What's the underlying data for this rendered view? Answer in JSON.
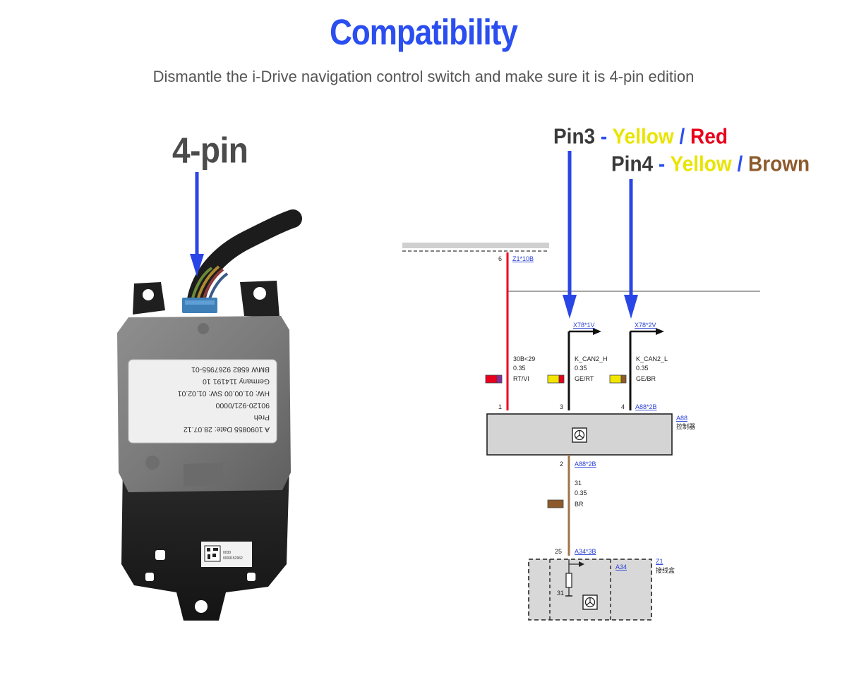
{
  "header": {
    "title": "Compatibility",
    "subtitle": "Dismantle the i-Drive navigation control switch and make sure it is 4-pin edition"
  },
  "photo": {
    "callout": "4-pin",
    "label_lines": [
      "A   1090855  Date: 28.07.12",
      "Preh",
      "90120-921/0000",
      "HW: 01.00.00    SW: 01.02.01",
      "Germany        114191 10",
      "BMW   6582 9267955-01"
    ],
    "qr_text_lines": [
      "0030",
      "0009152962"
    ]
  },
  "pins": {
    "pin3": {
      "name": "Pin3",
      "sep": " - ",
      "color1": "Yellow",
      "slash": " / ",
      "color2": "Red"
    },
    "pin4": {
      "name": "Pin4",
      "sep": " - ",
      "color1": "Yellow",
      "slash": " / ",
      "color2": "Brown"
    }
  },
  "schematic": {
    "top_pin": "6",
    "top_conn": "Z1*10B",
    "conn_x78_1": "X78*1V",
    "conn_x78_2": "X78*2V",
    "wire1": {
      "pin": "1",
      "l1": "30B<29",
      "l2": "0.35",
      "l3": "RT/VI"
    },
    "wire3": {
      "pin": "3",
      "l1": "K_CAN2_H",
      "l2": "0.35",
      "l3": "GE/RT"
    },
    "wire4": {
      "pin": "4",
      "l1": "K_CAN2_L",
      "l2": "0.35",
      "l3": "GE/BR"
    },
    "a88_conn_top": "A88*2B",
    "module_id": "A88",
    "module_name": "控制器",
    "wire2": {
      "pin": "2",
      "conn": "A88*2B",
      "l1": "31",
      "l2": "0.35",
      "l3": "BR"
    },
    "bottom_pin": "25",
    "bottom_conn": "A34*3B",
    "a34": "A34",
    "z1": "Z1",
    "z1_name": "接线盒",
    "ground_pin": "31"
  },
  "colors": {
    "title_blue": "#2b4ef0",
    "arrow_blue": "#2a45e6",
    "yellow": "#e9e400",
    "red": "#e8001c",
    "brown": "#8d5a2b"
  }
}
